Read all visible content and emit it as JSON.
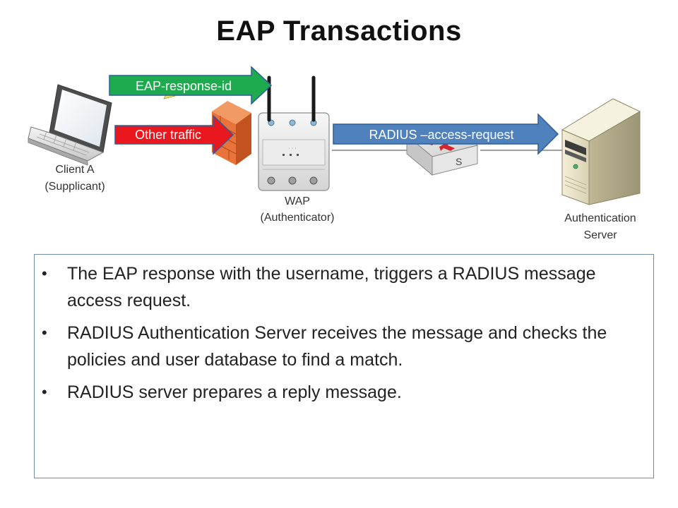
{
  "title": "EAP Transactions",
  "diagram": {
    "client_label_line1": "Client A",
    "client_label_line2": "(Supplicant)",
    "wap_label_line1": "WAP",
    "wap_label_line2": "(Authenticator)",
    "server_label_line1": "Authentication",
    "server_label_line2": "Server",
    "switch_letter": "S",
    "arrow_eap_response": "EAP-response-id",
    "arrow_other_traffic": "Other traffic",
    "arrow_radius_request": "RADIUS –access-request",
    "colors": {
      "green_arrow": "#1eaa4e",
      "red_arrow": "#e8181e",
      "blue_arrow": "#4f81bd",
      "firewall": "#e9733a"
    }
  },
  "bullets": [
    "The EAP response with the username, triggers a RADIUS message access request.",
    "RADIUS Authentication Server receives the message and checks the policies and user database to find a match.",
    "RADIUS server prepares a reply message."
  ]
}
